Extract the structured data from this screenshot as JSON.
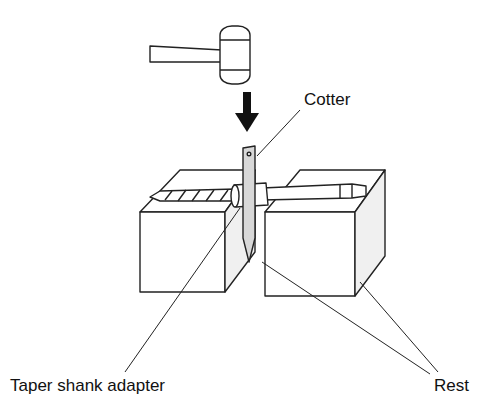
{
  "diagram": {
    "labels": [
      "Cotter",
      "Taper shank adapter",
      "Rest"
    ]
  }
}
